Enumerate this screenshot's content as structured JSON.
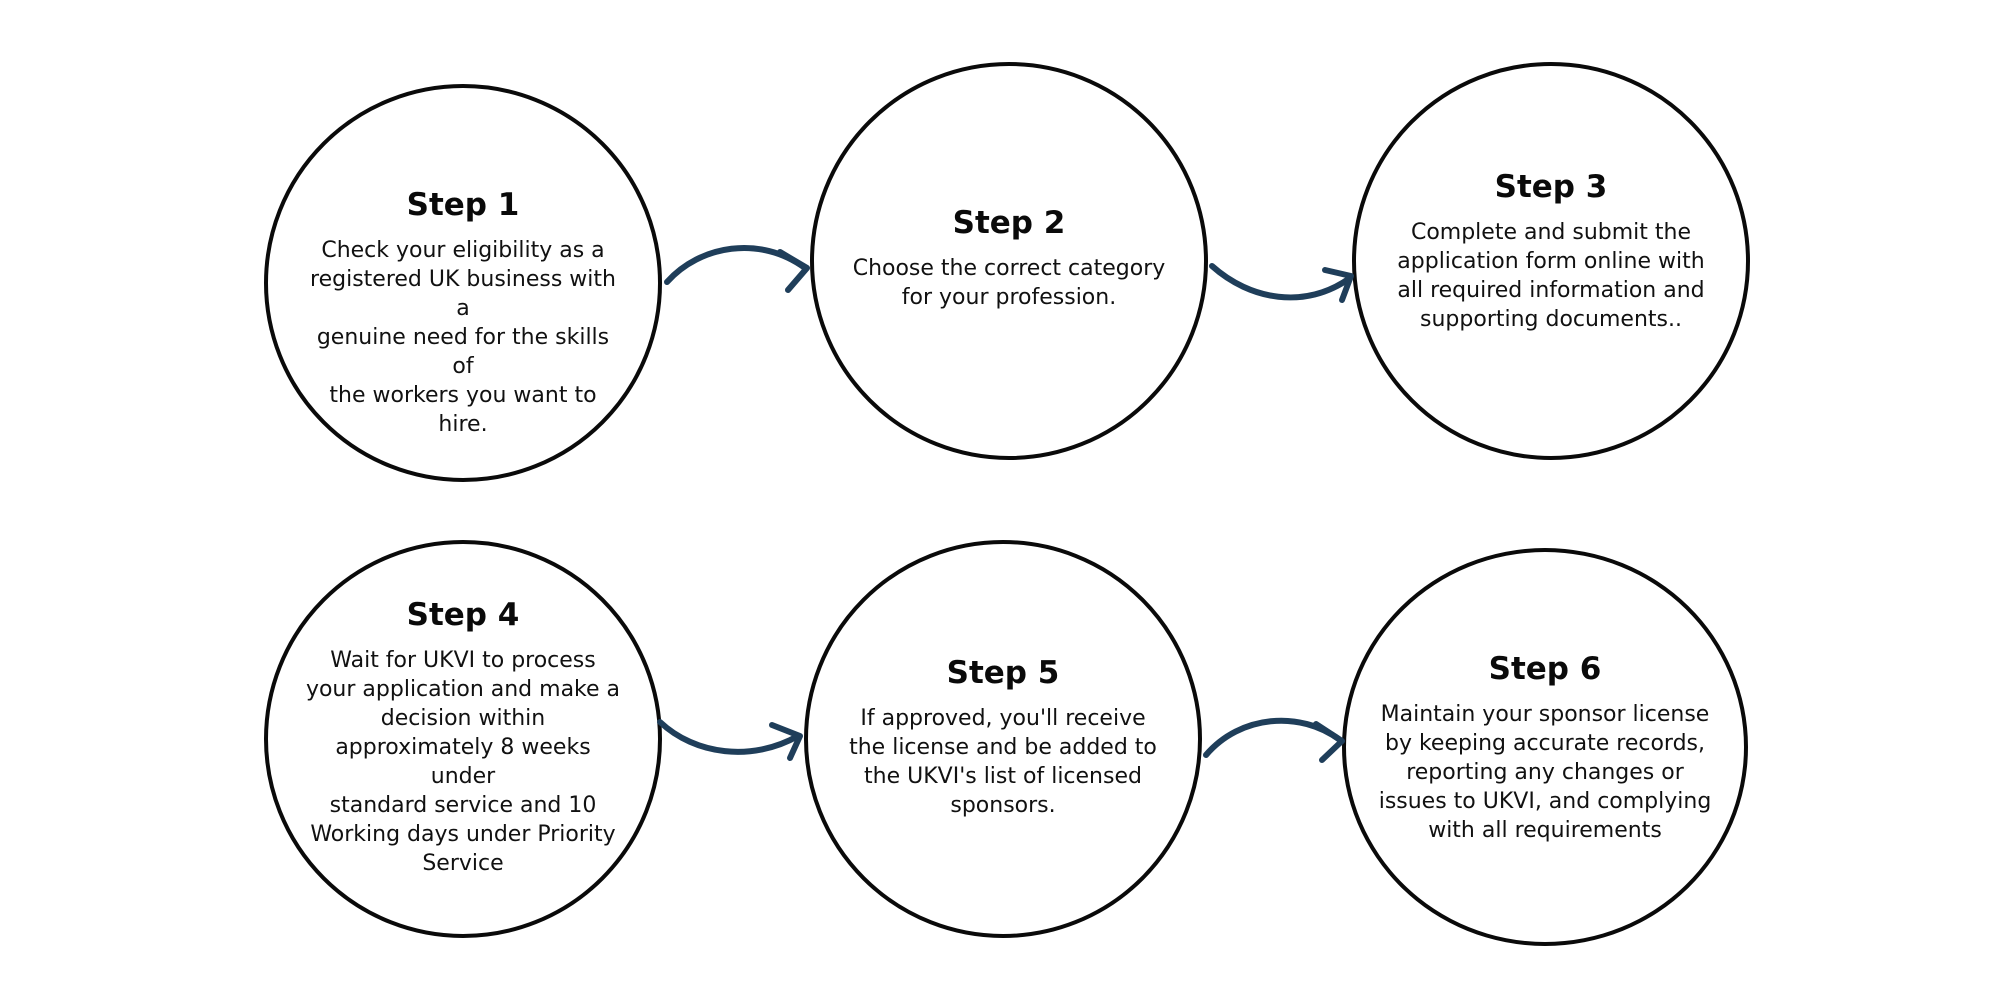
{
  "colors": {
    "circle_stroke": "#0a0a0a",
    "arrow": "#1f3e5a",
    "text": "#111111",
    "background": "#ffffff"
  },
  "steps": [
    {
      "title": "Step 1",
      "lines": [
        "Check your eligibility as a",
        "registered UK business with a",
        "genuine need for the skills of",
        "the workers you want to hire."
      ]
    },
    {
      "title": "Step 2",
      "lines": [
        "Choose the correct category",
        "for your profession."
      ]
    },
    {
      "title": "Step 3",
      "lines": [
        "Complete and submit the",
        "application form online with",
        "all required information and",
        "supporting documents.."
      ]
    },
    {
      "title": "Step 4",
      "lines": [
        "Wait for UKVI to process",
        "your application and make a",
        "decision within",
        "approximately 8 weeks under",
        "standard service and 10",
        "Working days under Priority",
        "Service"
      ]
    },
    {
      "title": "Step 5",
      "lines": [
        "If approved, you'll receive",
        "the license and be added to",
        "the UKVI's list of licensed",
        "sponsors."
      ]
    },
    {
      "title": "Step 6",
      "lines": [
        "Maintain your sponsor license",
        "by keeping accurate records,",
        "reporting any changes or",
        "issues to UKVI, and complying",
        "with all requirements"
      ]
    }
  ]
}
